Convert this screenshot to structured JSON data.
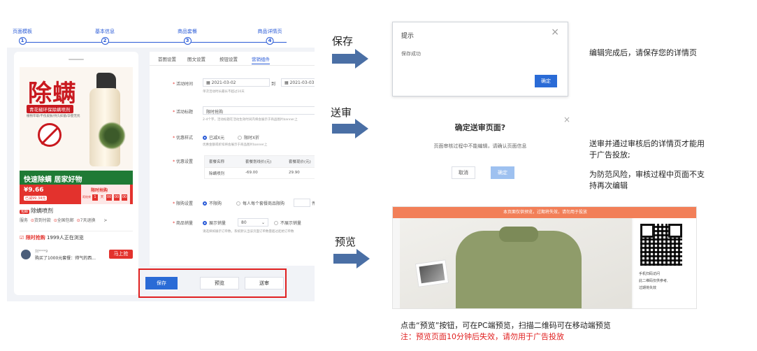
{
  "steps": [
    "页面模板",
    "基本信息",
    "商品套餐",
    "商品详情页"
  ],
  "step_numbers": [
    "1",
    "2",
    "3",
    "4"
  ],
  "phone": {
    "banner_title": "除螨",
    "banner_pill": "青花椒环保除螨喷剂",
    "banner_small": "植物萃取/不伤皮肤/持久抑菌/孕婴无忧",
    "green_bar": "快速除螨  居家好物",
    "price": "¥9.66",
    "tag": "已减99.34元",
    "flash_sale": "限时抢购",
    "countdown_label": "距结束",
    "countdown": [
      "1",
      "天",
      "00",
      "00",
      "00"
    ],
    "product_badge": "包邮",
    "product_name": "除螨喷剂",
    "service_label": "服务",
    "services": [
      "货到付款",
      "全国包邮",
      "7天退换"
    ],
    "service_more": ">",
    "flash_label": "限时抢购",
    "flash_viewers": "1999人正在浏览",
    "buyer_name": "刘****9",
    "buyer_msg": "购买了1000元套餐：帅气的西...",
    "buy_button": "马上抢"
  },
  "form": {
    "tabs": [
      "首图设置",
      "图文设置",
      "按钮设置",
      "营销组件"
    ],
    "active_tab": 3,
    "time_label": "活动时间",
    "start_date": "2021-03-02",
    "to": "到",
    "end_date": "2021-03-03",
    "time_hint": "单次活动时长最长不超过10天",
    "title_label": "活动标题",
    "title_value": "限时抢购",
    "title_hint": "2-4个字，活动标题在活动生效时间内将会展示于商品图片banner上",
    "style_label": "优惠样式",
    "style_opt1": "已减X元",
    "style_opt2": "限时X折",
    "style_hint": "优惠金额或折扣将会展示于商品图片banner上",
    "discount_label": "优惠设置",
    "table_headers": [
      "套餐名称",
      "套餐划线价(元)",
      "套餐现价(元)"
    ],
    "table_row": [
      "除螨喷剂",
      "-69.00",
      "29.90"
    ],
    "limit_label": "限购设置",
    "limit_opt1": "不限购",
    "limit_opt2": "每人每个套餐商品限购",
    "limit_unit": "件",
    "sales_label": "商品销量",
    "sales_opt1": "展示销量",
    "sales_value": "80",
    "sales_opt2": "不展示销量",
    "sales_hint": "请选择如展示订单数，系统默认当该页面订单数量超过起始订单数"
  },
  "buttons": {
    "save": "保存",
    "preview": "预览",
    "submit": "送审"
  },
  "labels": {
    "save": "保存",
    "submit": "送审",
    "preview": "预览"
  },
  "save_dialog": {
    "title": "提示",
    "close": "×",
    "body": "保存成功",
    "ok": "确定"
  },
  "save_caption": "编辑完成后，请保存您的详情页",
  "submit_dialog": {
    "title": "确定送审页面?",
    "close": "×",
    "body": "页面审核过程中不能编辑，请确认页面信息",
    "cancel": "取消",
    "ok": "确定"
  },
  "submit_caption": [
    "送审并通过审核后的详情页才能用",
    "于广告投放;",
    "为防范风险，审核过程中页面不支",
    "持再次编辑"
  ],
  "preview_panel": {
    "header": "本页面仅供预览，过期将失效，请勿用于投放",
    "side_lines": [
      "手机扫码访问",
      "此二维码仅供参考,",
      "过期将失效"
    ]
  },
  "preview_caption": "点击“预览”按钮，可在PC端预览，扫描二维码可在移动端预览",
  "preview_note": "注：预览页面10分钟后失效，请勿用于广告投放",
  "colors": {
    "accent": "#2a6bd6",
    "danger": "#e02020",
    "arrow": "#4a6fa5",
    "preview_header": "#f27f58"
  }
}
